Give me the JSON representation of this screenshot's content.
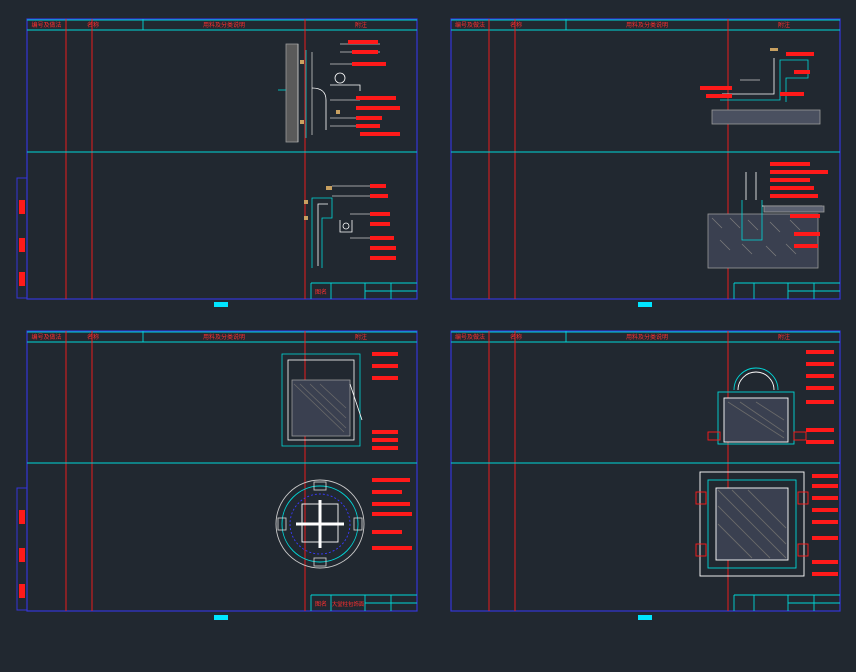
{
  "colors": {
    "background": "#212830",
    "frame": "#3535d8",
    "grid": "#00d7d7",
    "text": "#ff3030",
    "accent": "#ff1a1a",
    "marker": "#00e5ff",
    "draw": "#c8c8c8"
  },
  "headers": {
    "col1": "编号及做法",
    "col2": "名称",
    "col3": "用料及分类说明",
    "col4": "附注"
  },
  "sheets": [
    {
      "sheet_label": "图名",
      "sheet_value": "",
      "sub_label": "",
      "sub_value": "",
      "rows": [
        {
          "code": "",
          "name": "",
          "notes": [
            "",
            "",
            "",
            "",
            ""
          ]
        },
        {
          "code": "",
          "name": "",
          "notes": [
            "",
            "",
            "",
            "",
            "",
            ""
          ]
        }
      ],
      "title_value": ""
    },
    {
      "sheet_label": "",
      "sheet_value": "",
      "sub_label": "",
      "sub_value": "",
      "rows": [
        {
          "code": "",
          "name": "",
          "notes": [
            "",
            "",
            "",
            "",
            ""
          ]
        },
        {
          "code": "",
          "name": "",
          "notes": [
            "",
            "",
            "",
            "",
            "",
            ""
          ]
        }
      ],
      "title_value": ""
    },
    {
      "sheet_label": "图名",
      "sheet_value": "",
      "sub_label": "",
      "sub_value": "",
      "rows": [
        {
          "code": "",
          "name": "",
          "notes": [
            "",
            "",
            ""
          ]
        },
        {
          "code": "",
          "name": "",
          "notes": [
            "",
            "",
            "",
            "",
            "",
            "",
            "",
            ""
          ]
        }
      ],
      "title_value": "大堂柱包饰面"
    },
    {
      "sheet_label": "",
      "sheet_value": "",
      "sub_label": "",
      "sub_value": "",
      "rows": [
        {
          "code": "",
          "name": "",
          "notes": [
            "",
            "",
            "",
            "",
            "",
            ""
          ]
        },
        {
          "code": "",
          "name": "",
          "notes": [
            "",
            "",
            "",
            "",
            "",
            "",
            ""
          ]
        }
      ],
      "title_value": ""
    }
  ]
}
